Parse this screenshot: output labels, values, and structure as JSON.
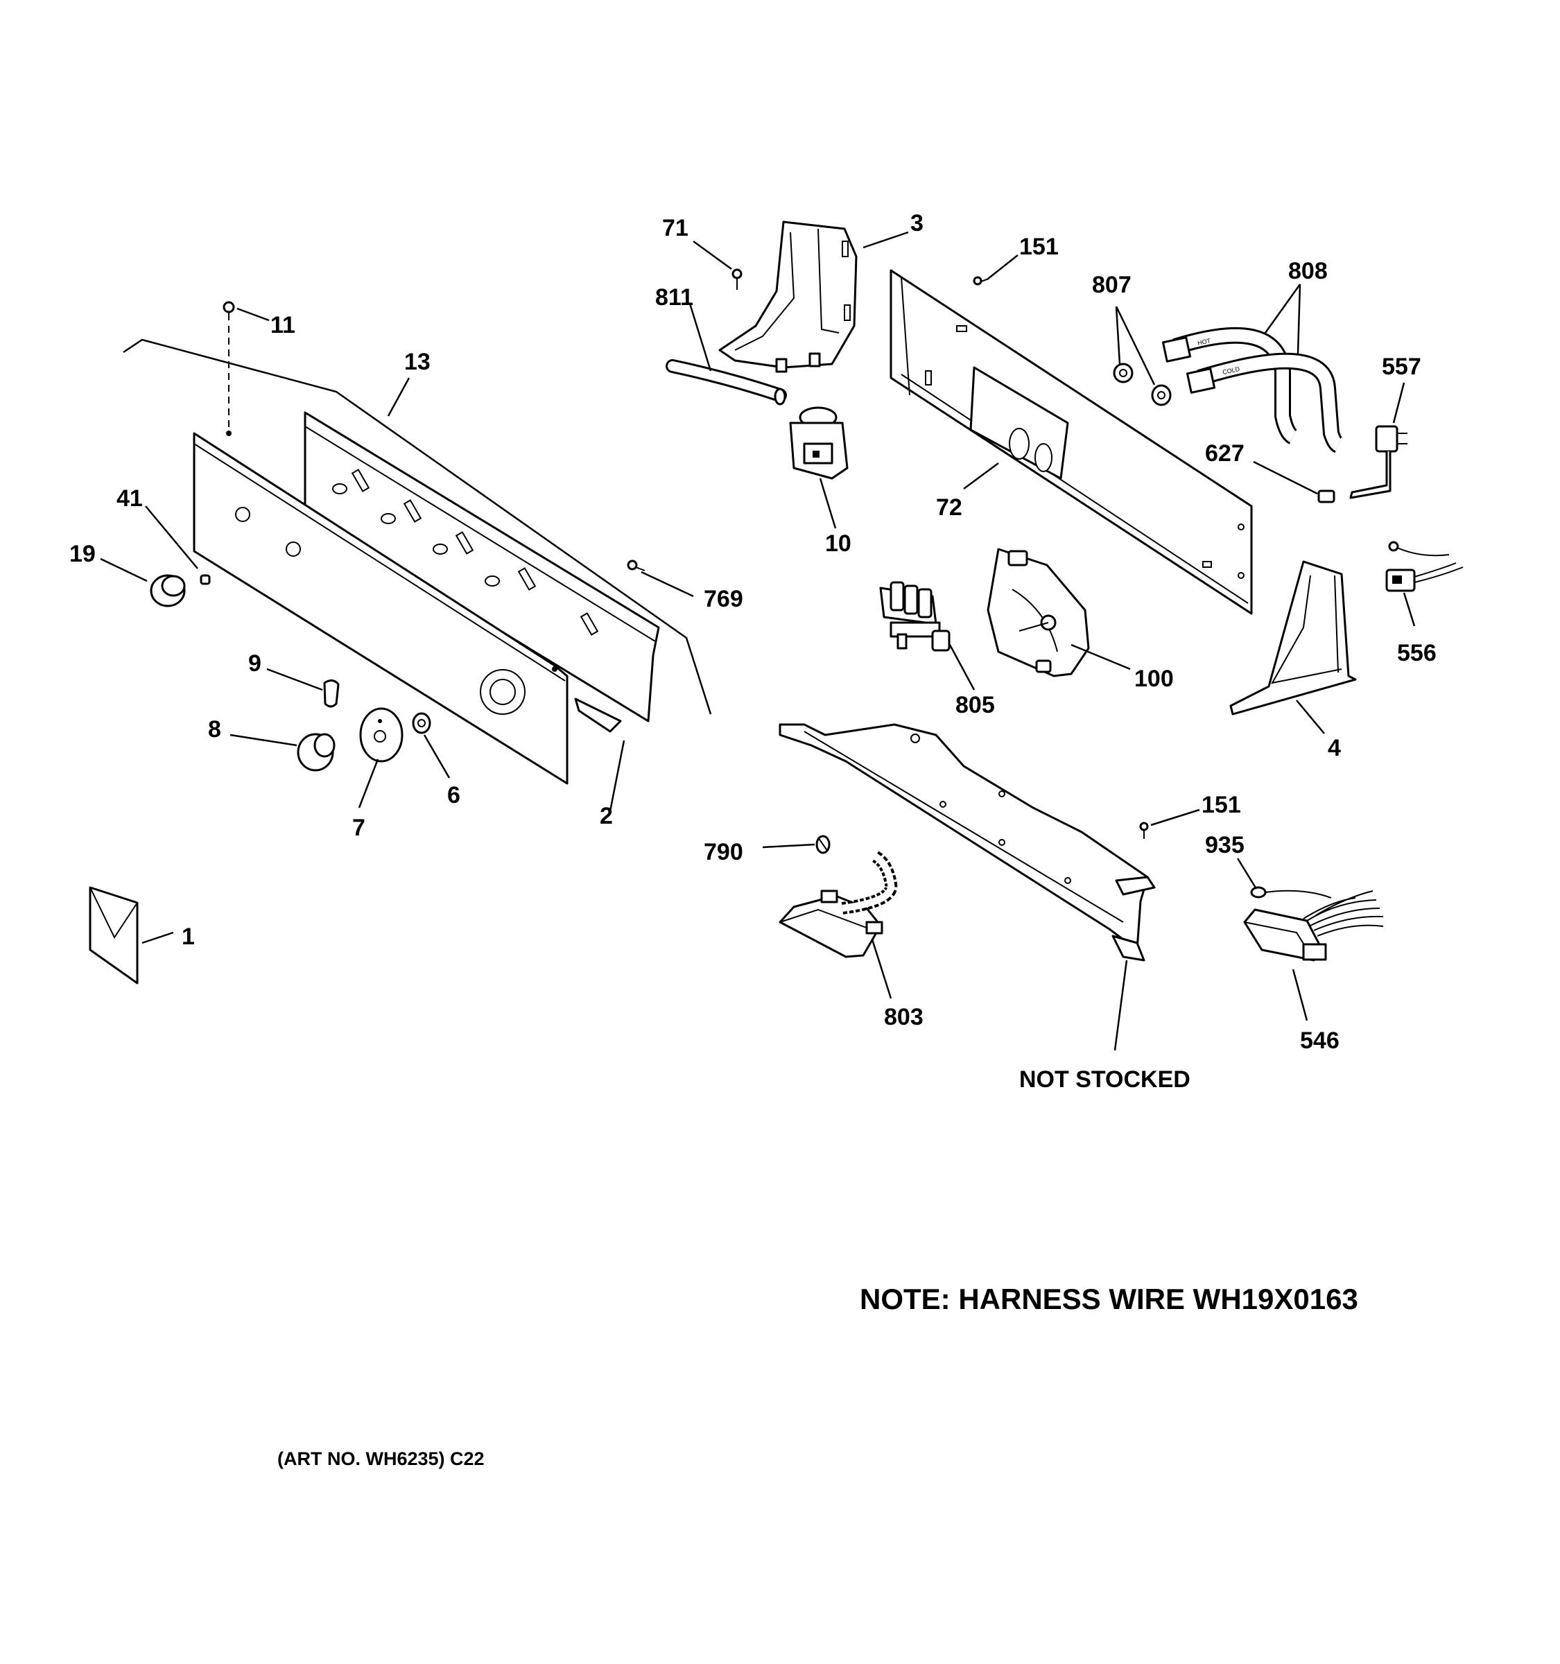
{
  "diagram": {
    "labels": {
      "p1": "1",
      "p2": "2",
      "p3": "3",
      "p4": "4",
      "p6": "6",
      "p7": "7",
      "p8": "8",
      "p9": "9",
      "p10": "10",
      "p11": "11",
      "p13": "13",
      "p19": "19",
      "p41": "41",
      "p71": "71",
      "p72": "72",
      "p100": "100",
      "p151a": "151",
      "p151b": "151",
      "p546": "546",
      "p556": "556",
      "p557": "557",
      "p627": "627",
      "p769": "769",
      "p790": "790",
      "p803": "803",
      "p805": "805",
      "p807": "807",
      "p808": "808",
      "p811": "811",
      "p935": "935"
    },
    "hose_hot": "HOT",
    "hose_cold": "COLD",
    "not_stocked": "NOT STOCKED",
    "note": "NOTE: HARNESS WIRE WH19X0163",
    "art_no": "(ART NO. WH6235) C22"
  }
}
